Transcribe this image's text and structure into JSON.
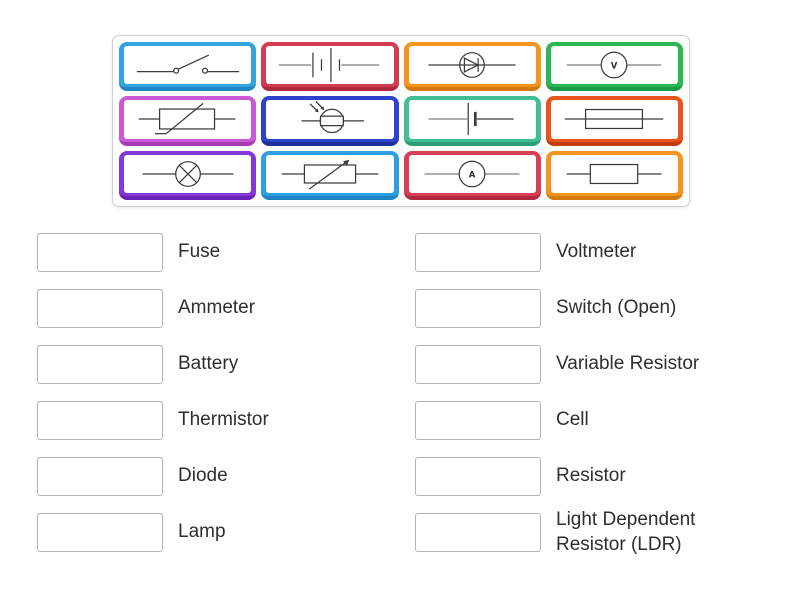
{
  "symbol_bank": {
    "tiles": [
      {
        "id": "switch-open",
        "symbol_icon": "switch-open-symbol",
        "color": "#33a4e0",
        "color_dark": "#1f88c2"
      },
      {
        "id": "battery",
        "symbol_icon": "battery-symbol",
        "color": "#d23c50",
        "color_dark": "#ae2840"
      },
      {
        "id": "diode",
        "symbol_icon": "diode-symbol",
        "color": "#f5941f",
        "color_dark": "#d4790f"
      },
      {
        "id": "voltmeter",
        "symbol_icon": "voltmeter-symbol",
        "color": "#2db656",
        "color_dark": "#1b9a45",
        "meter_letter": "V"
      },
      {
        "id": "thermistor",
        "symbol_icon": "thermistor-symbol",
        "color": "#cb58d4",
        "color_dark": "#a93ab4"
      },
      {
        "id": "ldr",
        "symbol_icon": "ldr-symbol",
        "color": "#2c45cc",
        "color_dark": "#1e2fa0"
      },
      {
        "id": "cell",
        "symbol_icon": "cell-symbol",
        "color": "#43bd92",
        "color_dark": "#2b9e78"
      },
      {
        "id": "fuse",
        "symbol_icon": "fuse-symbol",
        "color": "#e95420",
        "color_dark": "#c23c10"
      },
      {
        "id": "lamp",
        "symbol_icon": "lamp-symbol",
        "color": "#8438d8",
        "color_dark": "#6823b4"
      },
      {
        "id": "variable-resistor",
        "symbol_icon": "variable-resistor-symbol",
        "color": "#2d9fe0",
        "color_dark": "#1e85c2"
      },
      {
        "id": "ammeter",
        "symbol_icon": "ammeter-symbol",
        "color": "#d63f55",
        "color_dark": "#b12a42",
        "meter_letter": "A"
      },
      {
        "id": "resistor",
        "symbol_icon": "resistor-symbol",
        "color": "#f5941f",
        "color_dark": "#d4790f"
      }
    ]
  },
  "match_list": {
    "left": [
      {
        "label": "Fuse"
      },
      {
        "label": "Ammeter"
      },
      {
        "label": "Battery"
      },
      {
        "label": "Thermistor"
      },
      {
        "label": "Diode"
      },
      {
        "label": "Lamp"
      }
    ],
    "right": [
      {
        "label": "Voltmeter"
      },
      {
        "label": "Switch (Open)"
      },
      {
        "label": "Variable Resistor"
      },
      {
        "label": "Cell"
      },
      {
        "label": "Resistor"
      },
      {
        "label": "Light Dependent Resistor (LDR)"
      }
    ]
  }
}
